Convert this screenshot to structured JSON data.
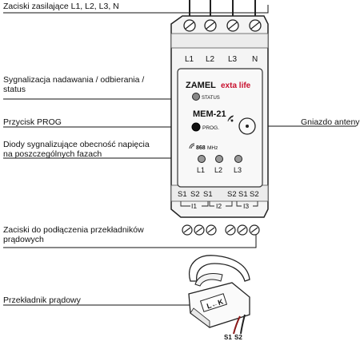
{
  "labels": {
    "supply_terminals": "Zaciski zasilające L1, L2, L3, N",
    "status_signal_line1": "Sygnalizacja nadawania / odbierania /",
    "status_signal_line2": "status",
    "prog_button": "Przycisk PROG",
    "phase_leds_line1": "Diody sygnalizujące obecność napięcia",
    "phase_leds_line2": "na poszczególnych fazach",
    "antenna_socket": "Gniazdo anteny",
    "ct_terminals_line1": "Zaciski do podłączenia przekładników",
    "ct_terminals_line2": "prądowych",
    "current_transformer": "Przekładnik prądowy"
  },
  "device": {
    "brand": "ZAMEL",
    "product_line": "exta life",
    "status_text": "STATUS",
    "model": "MEM-21",
    "prog_text": "PROG.",
    "frequency": "868",
    "frequency_unit": "MHz",
    "top_terminals": [
      "L1",
      "L2",
      "L3",
      "N"
    ],
    "leds": [
      "L1",
      "L2",
      "L3"
    ],
    "bottom_terminal_labels": [
      "S1",
      "S2",
      "S1",
      "S2",
      "S1",
      "S2"
    ],
    "ct_groups": [
      "I1",
      "I2",
      "I3"
    ]
  },
  "transformer": {
    "label": "L←K",
    "wire_labels": [
      "S1",
      "S2"
    ]
  }
}
